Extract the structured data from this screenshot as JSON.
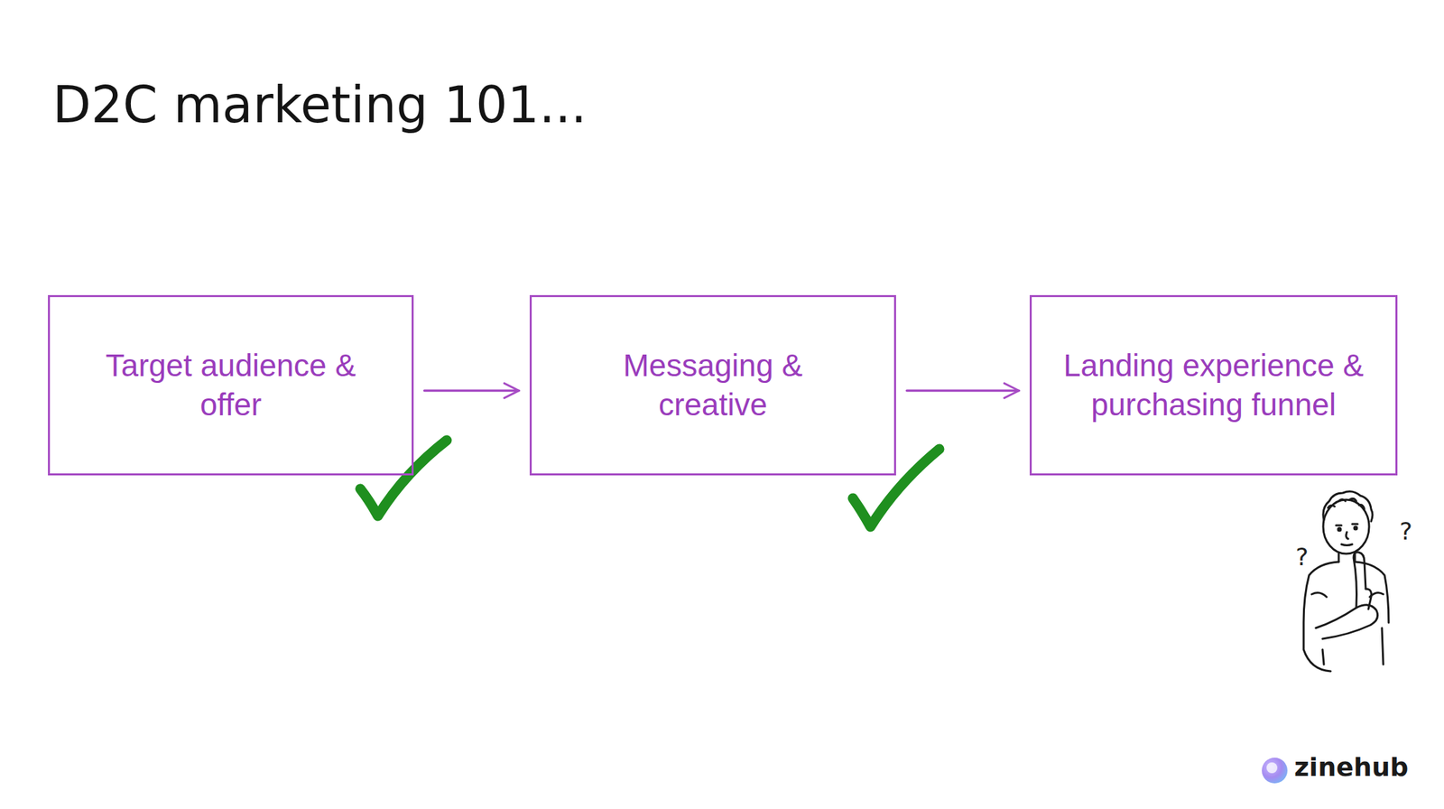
{
  "diagram": {
    "title": "D2C marketing 101...",
    "nodes": [
      {
        "text": [
          "Target audience & offer"
        ]
      },
      {
        "text": [
          "Messaging & creative"
        ]
      },
      {
        "text": [
          "Landing experience & purchasing funnel"
        ]
      }
    ],
    "edges": [
      {
        "from": 0,
        "to": 1,
        "arrow": "to"
      },
      {
        "from": 1,
        "to": 2,
        "arrow": "to"
      }
    ],
    "labels": [
      "?",
      "?",
      "zinehub"
    ]
  }
}
